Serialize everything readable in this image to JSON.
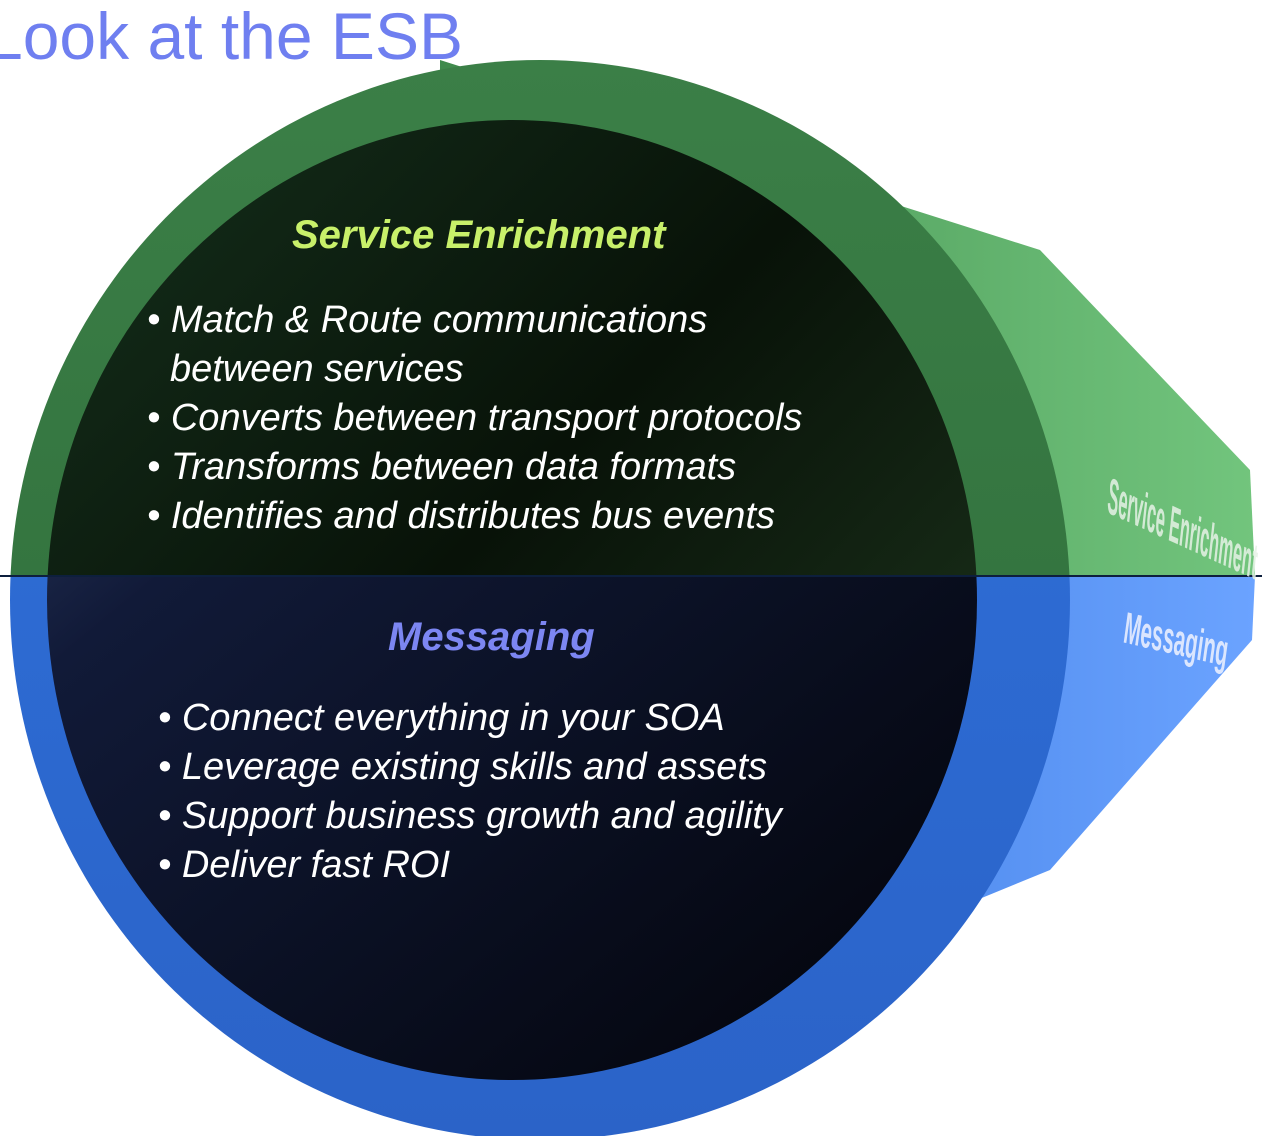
{
  "title": "Look at the ESB",
  "colors": {
    "title": "#6f7ff0",
    "enrichment_ring": "#3f7f4a",
    "enrichment_ring_light": "#6fc07a",
    "messaging_ring": "#2e6fd6",
    "messaging_ring_light": "#6aa2ff",
    "core_dark": "#0a0e22",
    "enrichment_heading": "#c8f06a",
    "messaging_heading": "#7c86f2",
    "bullet_text": "#ffffff"
  },
  "enrichment": {
    "heading": "Service Enrichment",
    "bullets": [
      "• Match & Route communications",
      "between services",
      "• Converts between transport protocols",
      "• Transforms between data formats",
      "• Identifies and distributes bus events"
    ]
  },
  "messaging": {
    "heading": "Messaging",
    "bullets": [
      "• Connect everything in your SOA",
      "• Leverage existing skills and assets",
      "• Support business growth and agility",
      "• Deliver fast ROI"
    ]
  },
  "cone_labels": {
    "top": "Service Enrichment",
    "bottom": "Messaging"
  }
}
